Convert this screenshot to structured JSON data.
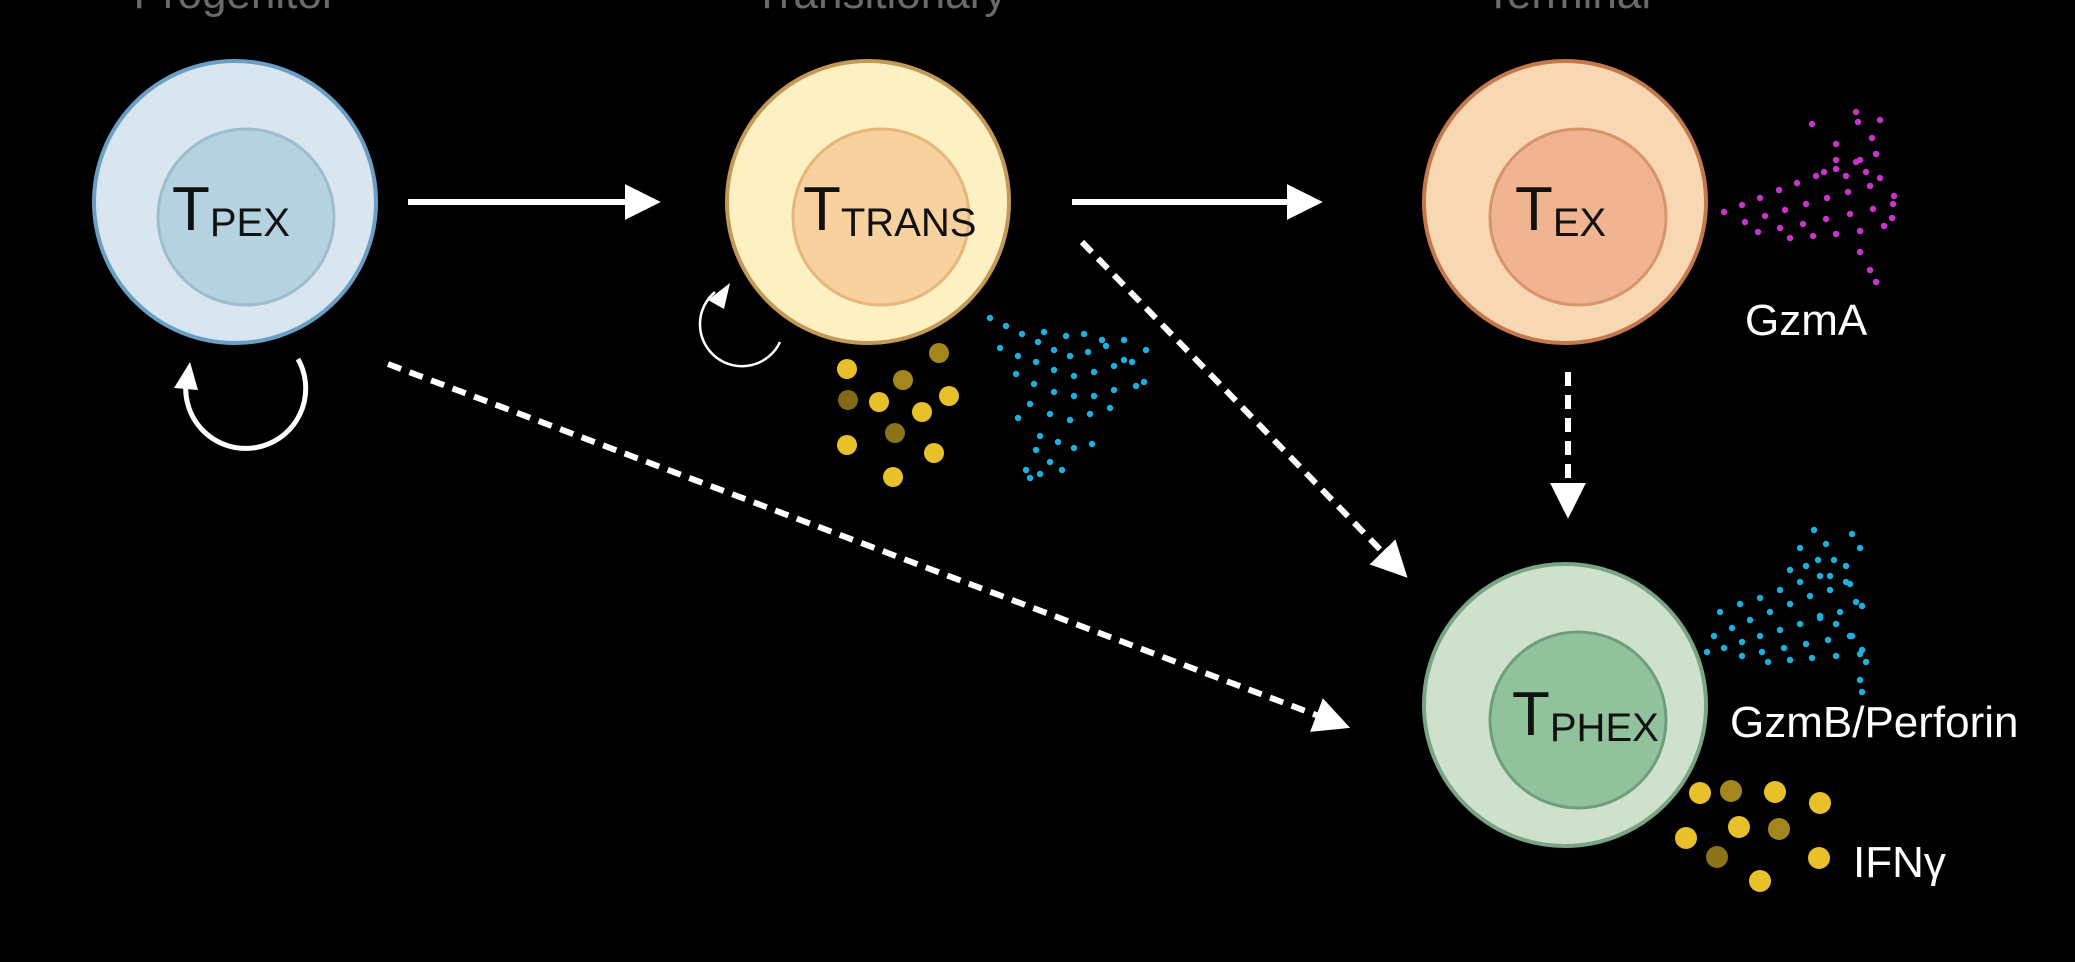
{
  "stage_headers": {
    "progenitor": "Progenitor",
    "transitionary": "Transitionary",
    "terminal": "Terminal"
  },
  "cells": {
    "tpex": {
      "prefix": "T",
      "sub": "PEX",
      "outer_fill": "#d9e6ef",
      "inner_fill": "#b5d2e0",
      "stroke": "#6a9fc5"
    },
    "ttrans": {
      "prefix": "T",
      "sub": "TRANS",
      "outer_fill": "#fdf1c4",
      "inner_fill": "#f7d29f",
      "stroke": "#c39955"
    },
    "tex": {
      "prefix": "T",
      "sub": "EX",
      "outer_fill": "#f8d8b2",
      "inner_fill": "#f0b590",
      "stroke": "#c4784c"
    },
    "tphex": {
      "prefix": "T",
      "sub": "PHEX",
      "outer_fill": "#cfe1cd",
      "inner_fill": "#92c29c",
      "stroke": "#7aa585"
    }
  },
  "labels": {
    "gzma": "GzmA",
    "gzmb_perforin": "GzmB/Perforin",
    "ifng": "IFNγ"
  },
  "colors": {
    "arrow": "#ffffff",
    "gzma_dots": "#cc33cc",
    "gzmb_dots": "#1ab0e0",
    "ifng_dots": "#e8c02a"
  }
}
